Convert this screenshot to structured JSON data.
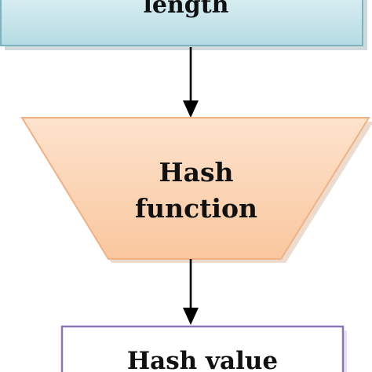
{
  "input_box": {
    "label": "length",
    "color": "#bfe3ea"
  },
  "hash_function": {
    "line1": "Hash",
    "line2": "function",
    "color": "#fbd4b4"
  },
  "output_box": {
    "label": "Hash value",
    "border_color": "#8a76b5"
  },
  "arrows": {
    "color": "#000000"
  }
}
